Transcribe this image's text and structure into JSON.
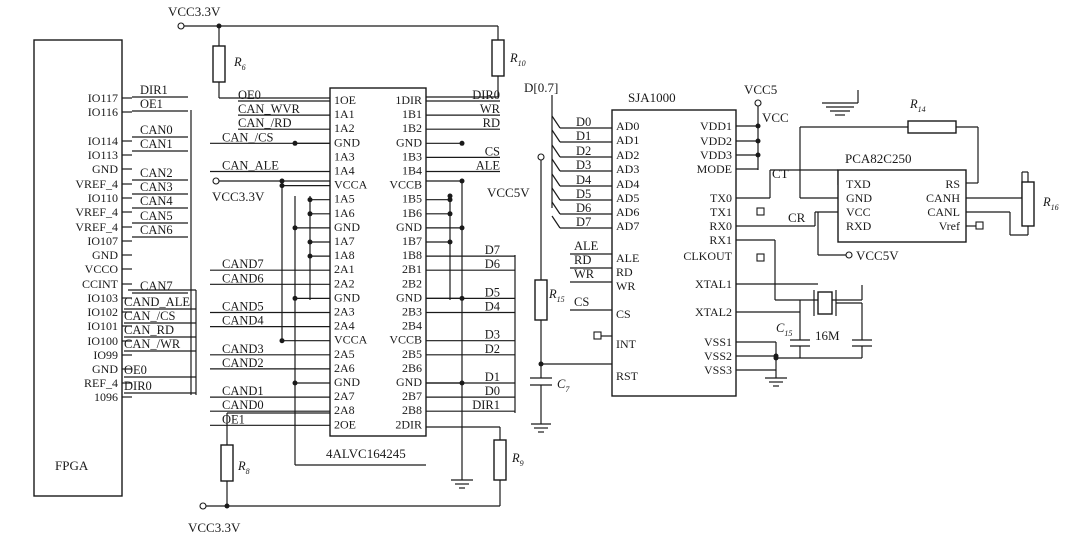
{
  "power": {
    "vcc33_top": "VCC3.3V",
    "vcc33_left": "VCC3.3V",
    "vcc33_bottom": "VCC3.3V",
    "vcc5": "VCC5",
    "vcc5v_mid": "VCC5V",
    "vcc5v_trans": "VCC5V"
  },
  "resistors": {
    "r6": "R",
    "r6_sub": "6",
    "r10": "R",
    "r10_sub": "10",
    "r8": "R",
    "r8_sub": "8",
    "r9": "R",
    "r9_sub": "9",
    "r15": "R",
    "r15_sub": "15",
    "r14": "R",
    "r14_sub": "14",
    "r16": "R",
    "r16_sub": "16"
  },
  "caps": {
    "c7": "C",
    "c7_sub": "7",
    "c15": "C",
    "c15_sub": "15",
    "crystal": "16M"
  },
  "fpga": {
    "name": "FPGA",
    "pins": [
      "IO117",
      "IO116",
      "IO114",
      "IO113",
      "GND",
      "VREF_4",
      "IO110",
      "VREF_4",
      "VREF_4",
      "IO107",
      "GND",
      "VCCO",
      "CCINT",
      "IO103",
      "IO102",
      "IO101",
      "IO100",
      "IO99",
      "GND",
      "REF_4",
      "1096"
    ],
    "nets_a": [
      "DIR1",
      "OE1",
      "CAN0",
      "CAN1",
      "CAN2",
      "CAN3",
      "CAN4",
      "CAN5",
      "CAN6",
      "CAN7"
    ],
    "nets_b": [
      "CAND_ALE",
      "CAN_/CS",
      "CAN_RD",
      "CAN_/WR",
      "OE0",
      "DIR0"
    ]
  },
  "buffer": {
    "name": "4ALVC164245",
    "left_pins": [
      "1OE",
      "1A1",
      "1A2",
      "GND",
      "1A3",
      "1A4",
      "VCCA",
      "1A5",
      "1A6",
      "GND",
      "1A7",
      "1A8",
      "2A1",
      "2A2",
      "GND",
      "2A3",
      "2A4",
      "VCCA",
      "2A5",
      "2A6",
      "GND",
      "2A7",
      "2A8",
      "2OE"
    ],
    "right_pins": [
      "1DIR",
      "1B1",
      "1B2",
      "GND",
      "1B3",
      "1B4",
      "VCCB",
      "1B5",
      "1B6",
      "GND",
      "1B7",
      "1B8",
      "2B1",
      "2B2",
      "GND",
      "2B3",
      "2B4",
      "VCCB",
      "2B5",
      "2B6",
      "GND",
      "2B7",
      "2B8",
      "2DIR"
    ],
    "left_nets": [
      "OE0",
      "CAN_WVR",
      "CAN_/RD",
      "CAN_/CS",
      "CAN_ALE",
      "CAND7",
      "CAND6",
      "CAND5",
      "CAND4",
      "CAND3",
      "CAND2",
      "CAND1",
      "CAND0",
      "OE1"
    ],
    "right_nets": [
      "DIR0",
      "WR",
      "RD",
      "CS",
      "ALE",
      "D7",
      "D6",
      "D5",
      "D4",
      "D3",
      "D2",
      "D1",
      "D0",
      "DIR1"
    ]
  },
  "sja": {
    "name": "SJA1000",
    "bus": "D[0.7]",
    "d_nets": [
      "D0",
      "D1",
      "D2",
      "D3",
      "D4",
      "D5",
      "D6",
      "D7"
    ],
    "left_pins": [
      "AD0",
      "AD1",
      "AD2",
      "AD3",
      "AD4",
      "AD5",
      "AD6",
      "AD7",
      "ALE",
      "RD",
      "WR",
      "CS",
      "INT",
      "RST"
    ],
    "ctrl_nets": [
      "ALE",
      "RD",
      "WR",
      "CS"
    ],
    "right_pins": [
      "VDD1",
      "VDD2",
      "VDD3",
      "MODE",
      "TX0",
      "TX1",
      "RX0",
      "RX1",
      "CLKOUT",
      "XTAL1",
      "XTAL2",
      "VSS1",
      "VSS2",
      "VSS3"
    ],
    "vcc_net": "VCC"
  },
  "trans": {
    "name": "PCA82C250",
    "left_pins": [
      "TXD",
      "GND",
      "VCC",
      "RXD"
    ],
    "right_pins": [
      "RS",
      "CANH",
      "CANL",
      "Vref"
    ],
    "ct": "CT",
    "cr": "CR"
  }
}
